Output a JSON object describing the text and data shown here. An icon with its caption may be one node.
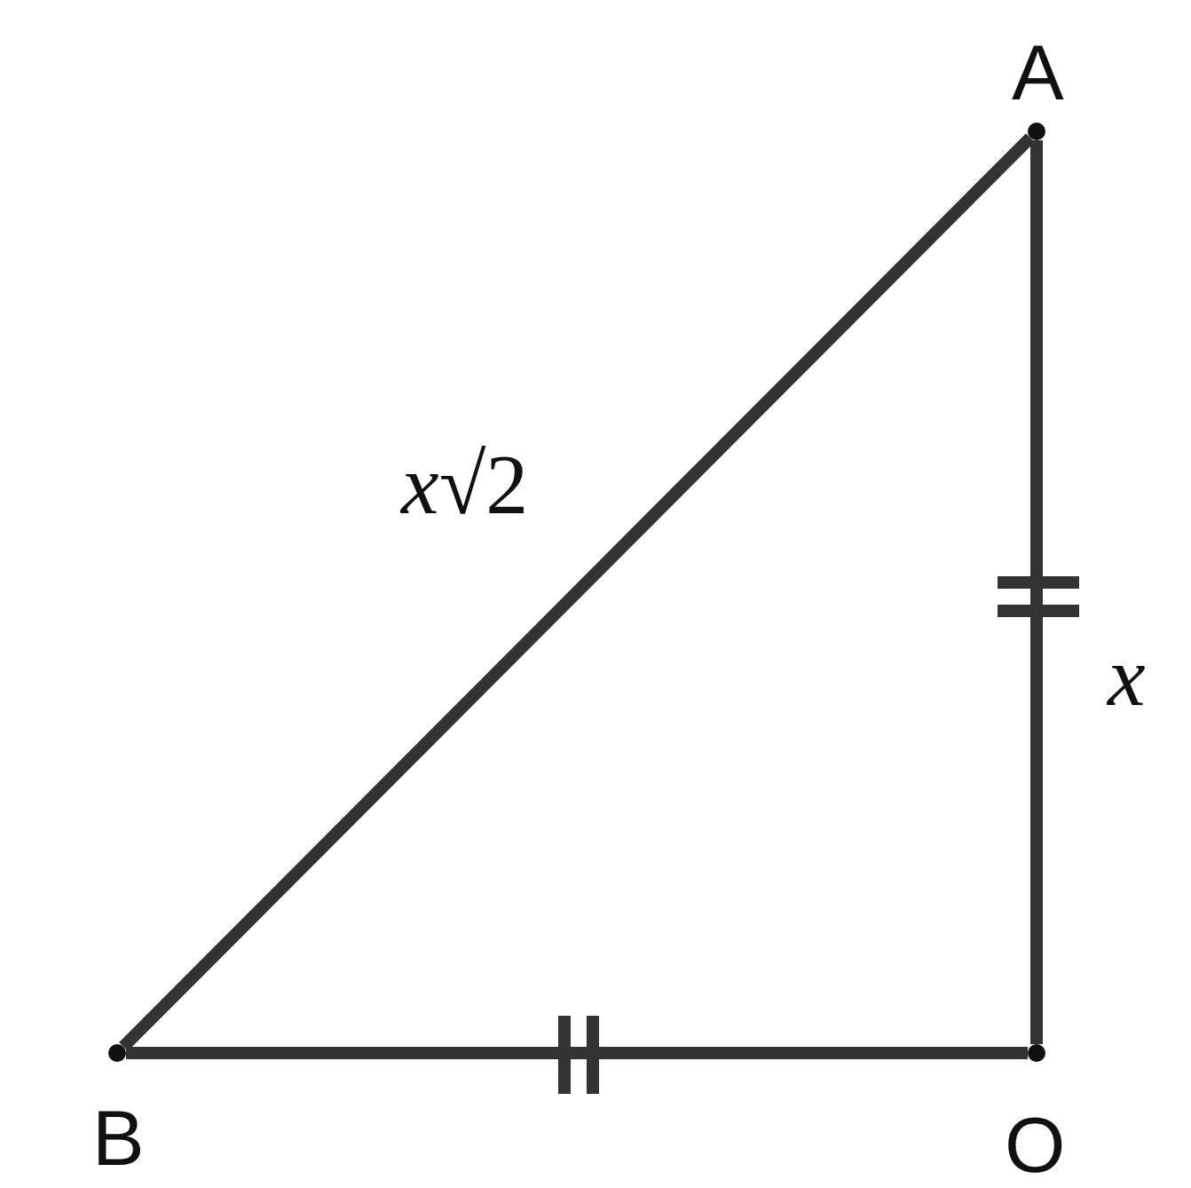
{
  "diagram": {
    "nodes": [
      {
        "text": [],
        "shape": "circle",
        "beside": [
          "A"
        ]
      },
      {
        "text": [],
        "shape": "circle",
        "beside": [
          "B"
        ]
      },
      {
        "text": [],
        "shape": "circle",
        "beside": [
          "O"
        ]
      }
    ],
    "edges": [
      {
        "from": 1,
        "to": 0,
        "arrow": "none",
        "label": "*x*√2"
      },
      {
        "from": 0,
        "to": 2,
        "arrow": "none",
        "label": "*x*"
      },
      {
        "from": 1,
        "to": 2,
        "arrow": "none"
      }
    ]
  }
}
